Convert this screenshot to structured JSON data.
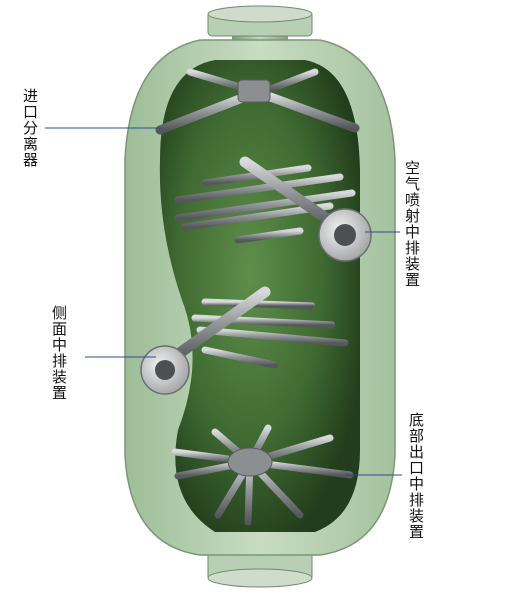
{
  "labels": {
    "inlet": "进口分离器",
    "air_spray": "空气喷射中排装置",
    "side": "侧面中排装置",
    "bottom": "底部出口中排装置"
  },
  "colors": {
    "shell_outer": "#a9c7a3",
    "shell_inner": "#3f6a32",
    "pipe": "#9a9c9e",
    "leader": "#2e4c8f"
  }
}
